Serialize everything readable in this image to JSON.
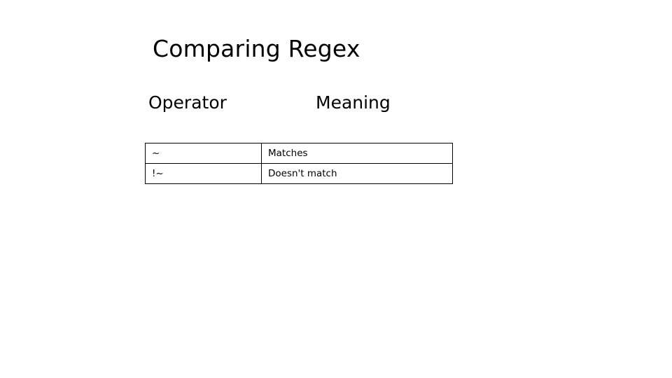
{
  "slide": {
    "title": "Comparing Regex",
    "background_color": "#FFFFFF",
    "text_color": "#000000",
    "border_color": "#000000"
  },
  "headings": {
    "operator": "Operator",
    "meaning": "Meaning"
  },
  "table": {
    "columns": [
      "Operator",
      "Meaning"
    ],
    "rows": [
      {
        "operator": "~",
        "meaning": "Matches"
      },
      {
        "operator": "!~",
        "meaning": "Doesn't match"
      }
    ]
  }
}
